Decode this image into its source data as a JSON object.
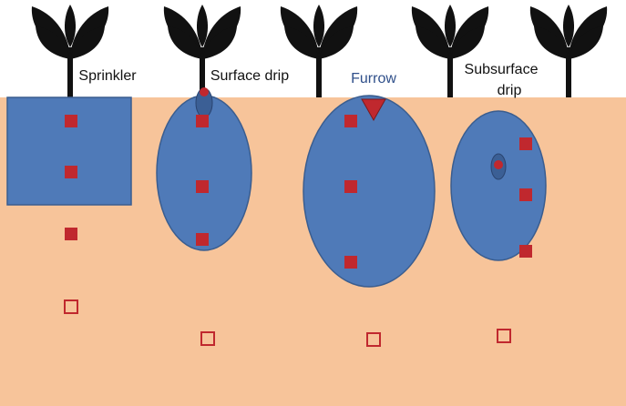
{
  "labels": {
    "sprinkler": "Sprinkler",
    "surface_drip": "Surface drip",
    "furrow": "Furrow",
    "subsurface_drip_line1": "Subsurface",
    "subsurface_drip_line2": "drip"
  },
  "colors": {
    "soil": "#f7c49a",
    "wetted_zone": "#4f7ab8",
    "wetted_zone_stroke": "#3a5d8f",
    "sensor": "#c0282e",
    "plant": "#111111",
    "emitter": "#3b5f95",
    "furrow_label": "#2f4f8a"
  },
  "icons": {
    "plant": "plant-icon",
    "sensor_filled": "filled-square-marker",
    "sensor_open": "open-square-marker",
    "emitter": "drip-emitter-icon",
    "furrow_marker": "triangle-marker-icon"
  }
}
